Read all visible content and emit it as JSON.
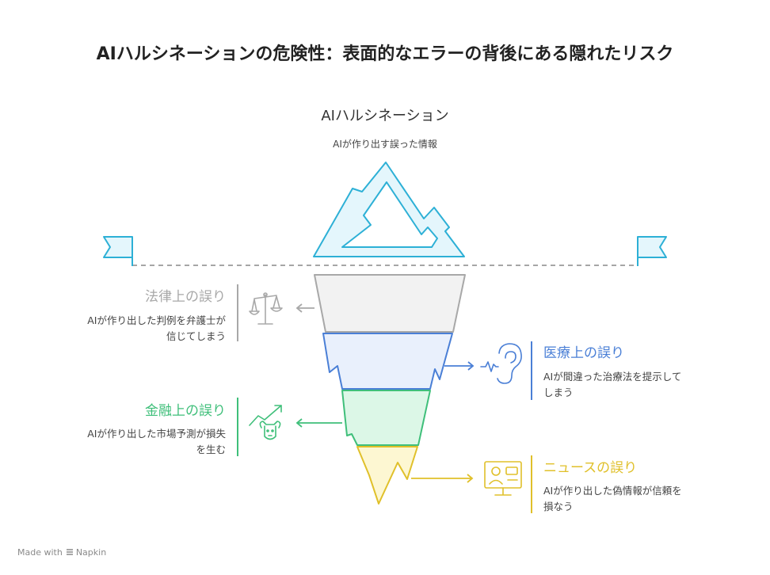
{
  "title": "AIハルシネーションの危険性：表面的なエラーの背後にある隠れたリスク",
  "tip": {
    "title": "AIハルシネーション",
    "description": "AIが作り出す誤った情報"
  },
  "layers": [
    {
      "id": "legal",
      "title": "法律上の誤り",
      "desc_lines": [
        "AIが作り出した判例を弁護士が",
        "信じてしまう"
      ],
      "color": "#a8a8a8",
      "fill": "#f2f2f2",
      "icon": "scales-icon"
    },
    {
      "id": "medical",
      "title": "医療上の誤り",
      "desc_lines": [
        "AIが間違った治療法を提示して",
        "しまう"
      ],
      "color": "#4a7fd6",
      "fill": "#e9f0fc",
      "icon": "ear-icon"
    },
    {
      "id": "finance",
      "title": "金融上の誤り",
      "desc_lines": [
        "AIが作り出した市場予測が損失",
        "を生む"
      ],
      "color": "#3fbf7a",
      "fill": "#dcf7e7",
      "icon": "bull-market-icon"
    },
    {
      "id": "news",
      "title": "ニュースの誤り",
      "desc_lines": [
        "AIが作り出した偽情報が信頼を",
        "損なう"
      ],
      "color": "#e0c02a",
      "fill": "#fdf7d2",
      "icon": "news-broadcast-icon"
    }
  ],
  "colors": {
    "iceberg": "#2db0d6",
    "iceberg_fill": "#e4f6fc",
    "waterline": "#888888"
  },
  "footer": {
    "made_with": "Made with",
    "brand": "Napkin"
  }
}
